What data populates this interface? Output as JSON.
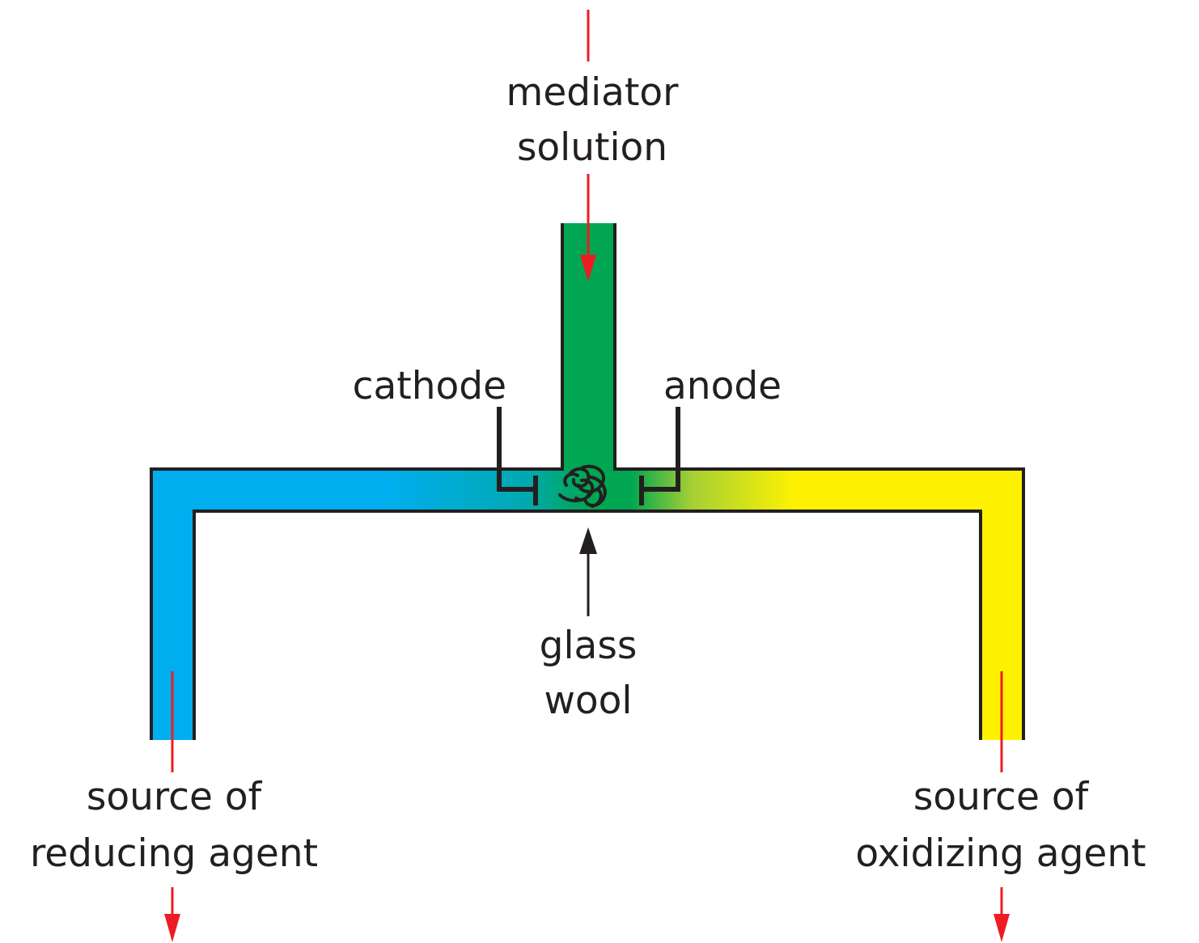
{
  "labels": {
    "mediator_line1": "mediator",
    "mediator_line2": "solution",
    "cathode": "cathode",
    "anode": "anode",
    "glass_wool_line1": "glass",
    "glass_wool_line2": "wool",
    "reducing_line1": "source of",
    "reducing_line2": "reducing agent",
    "oxidizing_line1": "source of",
    "oxidizing_line2": "oxidizing agent"
  },
  "colors": {
    "reducing_side": "#00aeef",
    "mediator": "#00a651",
    "oxidizing_side": "#fff200",
    "flow_arrows": "#ed1c24",
    "outline": "#231f20"
  }
}
